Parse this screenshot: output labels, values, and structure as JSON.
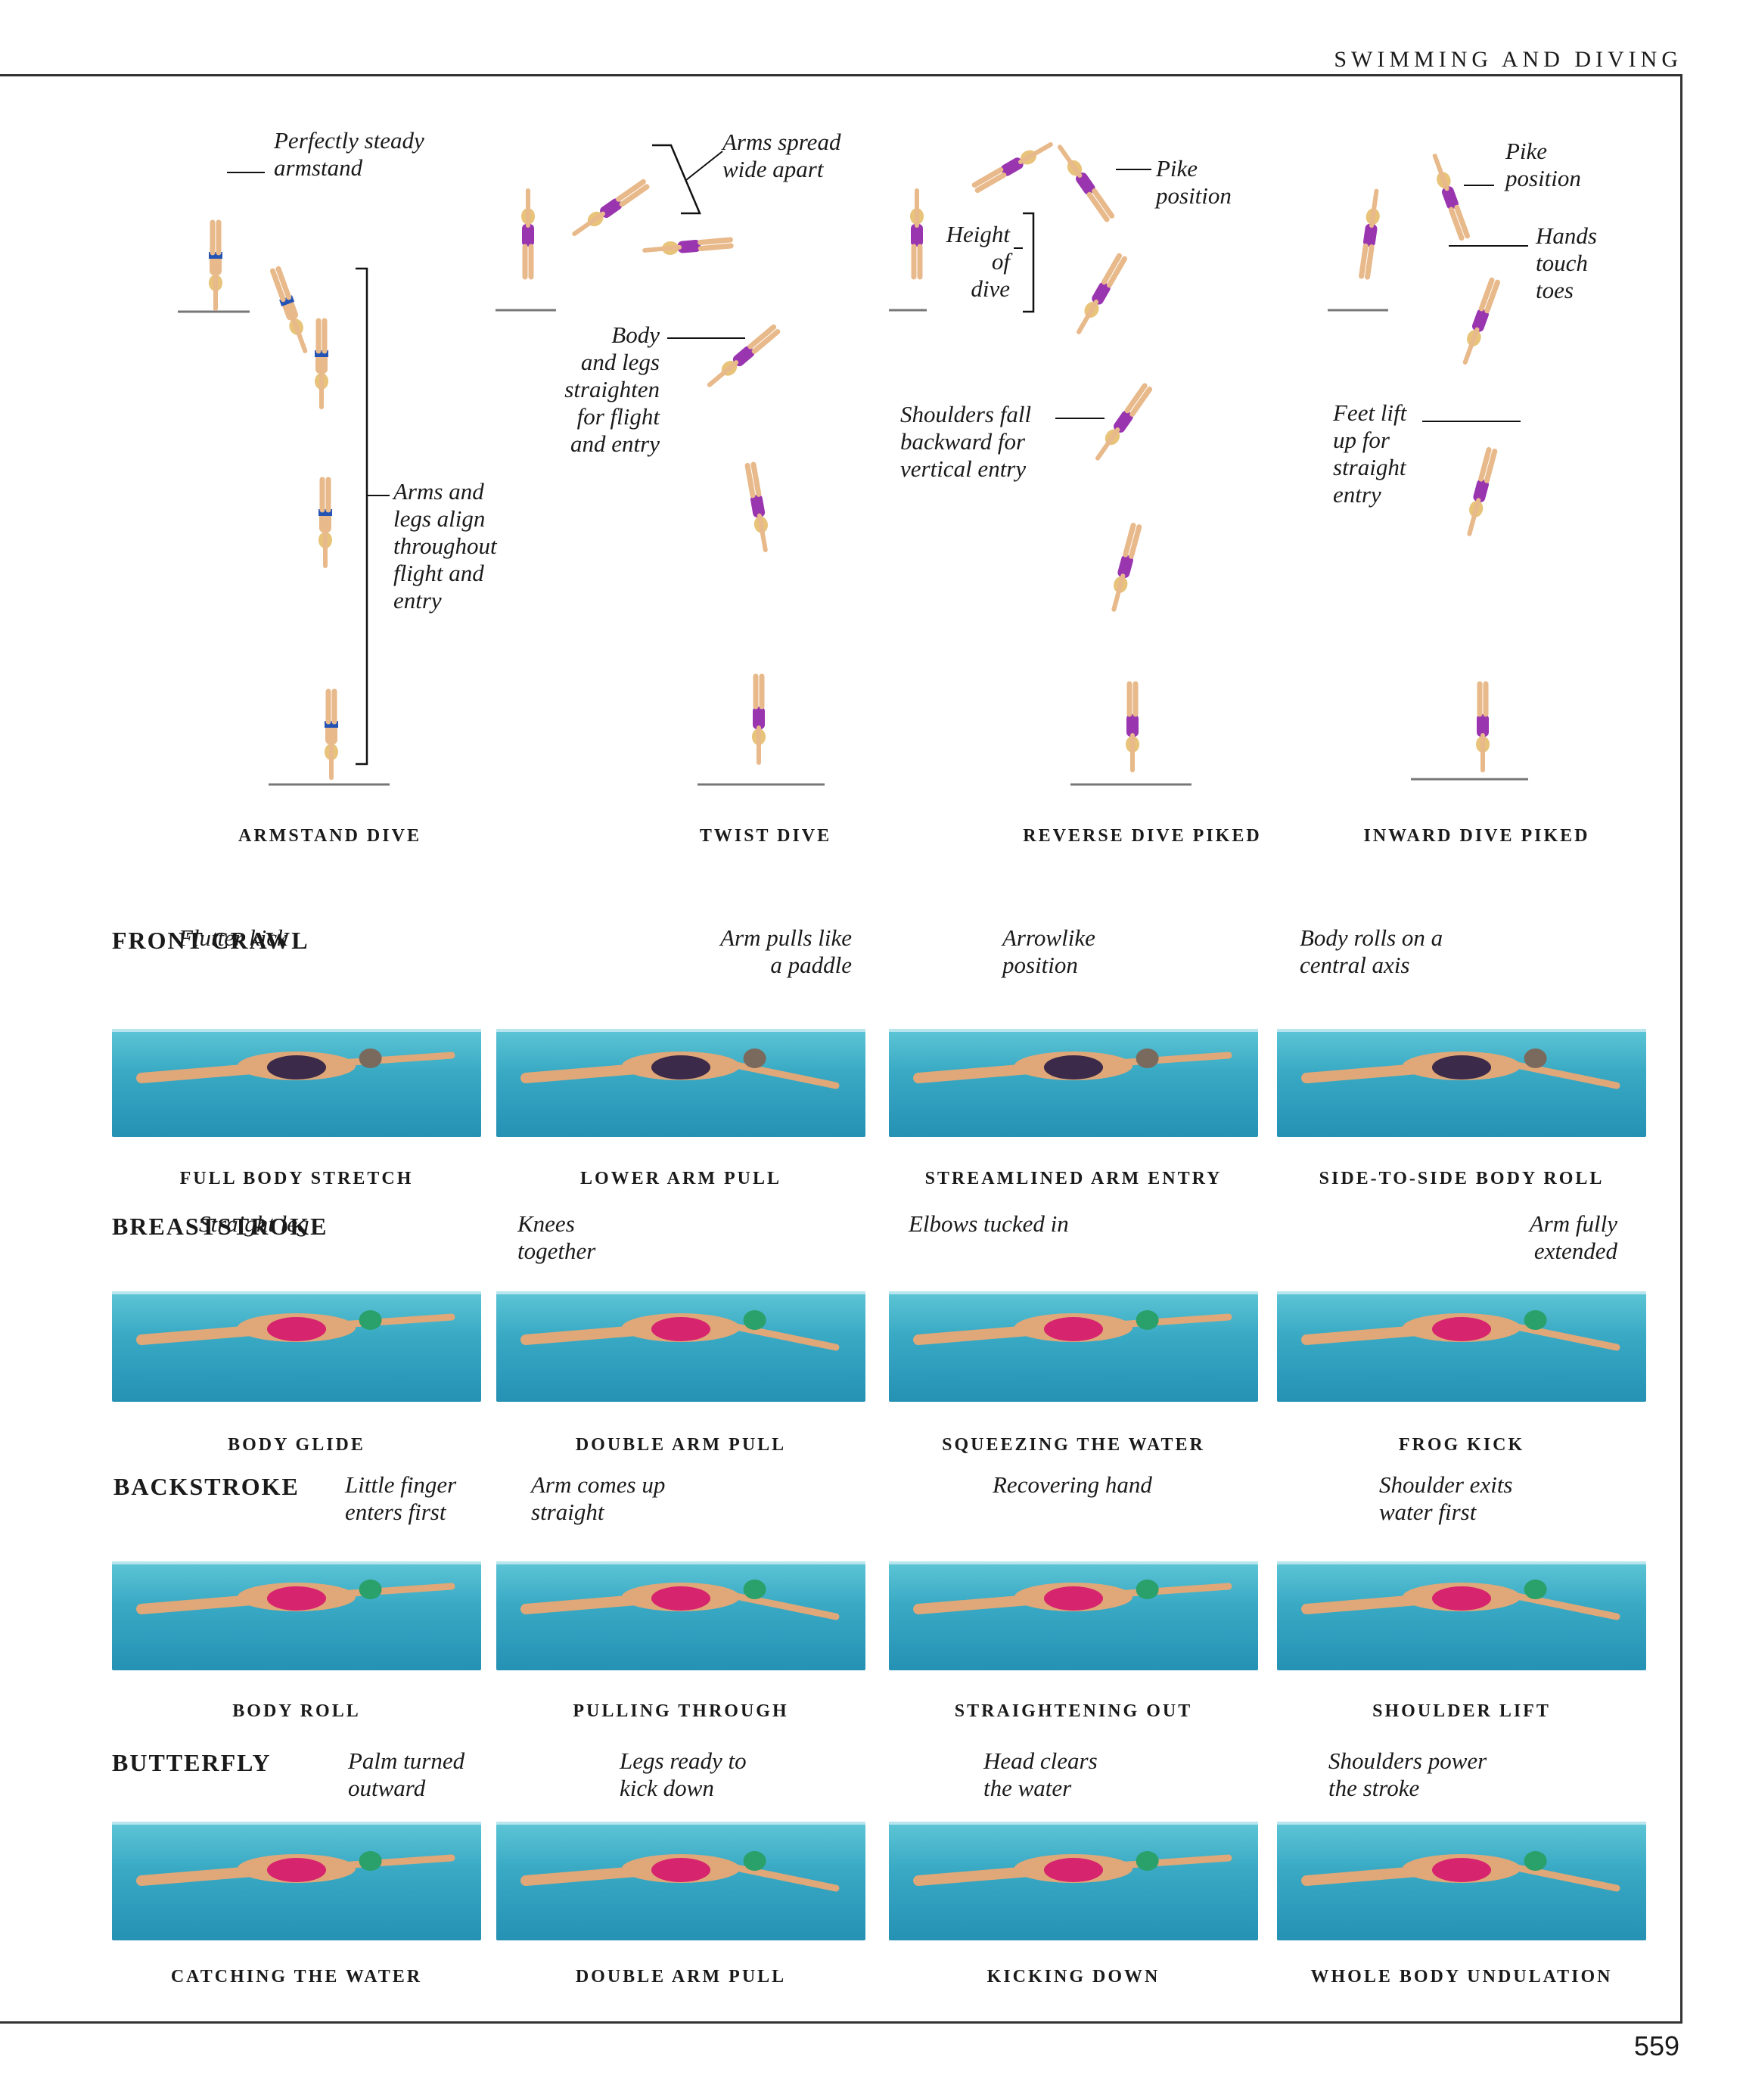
{
  "header": {
    "running_head": "SWIMMING AND DIVING",
    "page_number": "559"
  },
  "dives": [
    {
      "caption": "ARMSTAND DIVE",
      "annotations": [
        "Perfectly steady\narmstand",
        "Arms and\nlegs align\nthroughout\nflight and\nentry"
      ]
    },
    {
      "caption": "TWIST DIVE",
      "annotations": [
        "Arms spread\nwide apart",
        "Body\nand legs\nstraighten\nfor flight\nand entry"
      ]
    },
    {
      "caption": "REVERSE DIVE PIKED",
      "annotations": [
        "Pike\nposition",
        "Height\nof\ndive",
        "Shoulders fall\nbackward for\nvertical entry"
      ]
    },
    {
      "caption": "INWARD DIVE PIKED",
      "annotations": [
        "Pike\nposition",
        "Hands\ntouch\ntoes",
        "Feet lift\nup for\nstraight\nentry"
      ]
    }
  ],
  "strokes": [
    {
      "title": "FRONT CRAWL",
      "frames": [
        {
          "annotation": "Flutter kick",
          "caption": "FULL BODY STRETCH"
        },
        {
          "annotation": "Arm pulls like\na paddle",
          "caption": "LOWER ARM PULL"
        },
        {
          "annotation": "Arrowlike\nposition",
          "caption": "STREAMLINED ARM ENTRY"
        },
        {
          "annotation": "Body rolls on a\ncentral axis",
          "caption": "SIDE-TO-SIDE BODY ROLL"
        }
      ]
    },
    {
      "title": "BREASTSTROKE",
      "frames": [
        {
          "annotation": "Straight leg",
          "caption": "BODY GLIDE"
        },
        {
          "annotation": "Knees\ntogether",
          "caption": "DOUBLE ARM PULL"
        },
        {
          "annotation": "Elbows tucked in",
          "caption": "SQUEEZING THE WATER"
        },
        {
          "annotation": "Arm fully\nextended",
          "caption": "FROG KICK"
        }
      ]
    },
    {
      "title": "BACKSTROKE",
      "frames": [
        {
          "annotation": "Little finger\nenters first",
          "caption": "BODY ROLL"
        },
        {
          "annotation": "Arm comes up\nstraight",
          "caption": "PULLING THROUGH"
        },
        {
          "annotation": "Recovering hand",
          "caption": "STRAIGHTENING OUT"
        },
        {
          "annotation": "Shoulder exits\nwater first",
          "caption": "SHOULDER LIFT"
        }
      ]
    },
    {
      "title": "BUTTERFLY",
      "frames": [
        {
          "annotation": "Palm turned\noutward",
          "caption": "CATCHING THE WATER"
        },
        {
          "annotation": "Legs ready to\nkick down",
          "caption": "DOUBLE ARM PULL"
        },
        {
          "annotation": "Head clears\nthe water",
          "caption": "KICKING DOWN"
        },
        {
          "annotation": "Shoulders power\nthe stroke",
          "caption": "WHOLE BODY UNDULATION"
        }
      ]
    }
  ],
  "colors": {
    "water": "#2e9fc0",
    "swimsuit_crawl": "#3b2a4a",
    "swimsuit_pink": "#d6246e",
    "diver_suit": "#9a35b0",
    "armstand_band": "#2353b5",
    "skin": "#e8b98a"
  }
}
